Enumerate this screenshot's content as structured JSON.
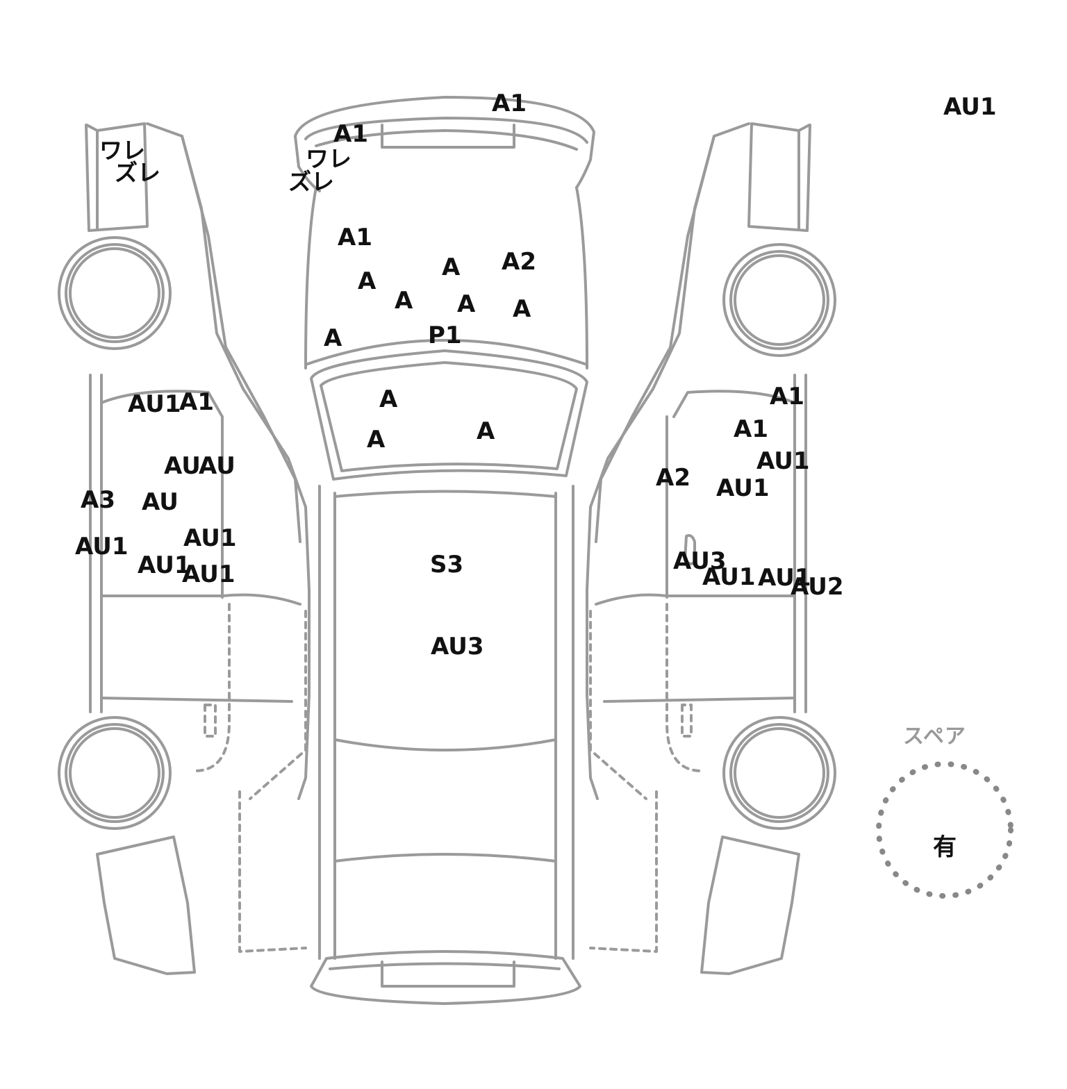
{
  "diagram": {
    "labels": [
      {
        "id": "front-top-a1",
        "text": "A1"
      },
      {
        "id": "corner-au1",
        "text": "AU1"
      },
      {
        "id": "front-a1",
        "text": "A1"
      },
      {
        "id": "front-ware",
        "text": "ワレ"
      },
      {
        "id": "front-zure",
        "text": "ズレ"
      },
      {
        "id": "left-ware",
        "text": "ワレ"
      },
      {
        "id": "left-zure",
        "text": "ズレ"
      },
      {
        "id": "hood-a1",
        "text": "A1"
      },
      {
        "id": "hood-a-1",
        "text": "A"
      },
      {
        "id": "hood-a-2",
        "text": "A"
      },
      {
        "id": "hood-a-3",
        "text": "A"
      },
      {
        "id": "hood-a2",
        "text": "A2"
      },
      {
        "id": "hood-a-4",
        "text": "A"
      },
      {
        "id": "hood-a-5",
        "text": "A"
      },
      {
        "id": "hood-a-6",
        "text": "A"
      },
      {
        "id": "hood-p1",
        "text": "P1"
      },
      {
        "id": "glass-a-1",
        "text": "A"
      },
      {
        "id": "glass-a-2",
        "text": "A"
      },
      {
        "id": "glass-a-3",
        "text": "A"
      },
      {
        "id": "roof-s3",
        "text": "S3"
      },
      {
        "id": "roof-au3",
        "text": "AU3"
      },
      {
        "id": "left-au1-top",
        "text": "AU1"
      },
      {
        "id": "left-a1-top",
        "text": "A1"
      },
      {
        "id": "left-au-1",
        "text": "AU"
      },
      {
        "id": "left-au-2",
        "text": "AU"
      },
      {
        "id": "left-a3",
        "text": "A3"
      },
      {
        "id": "left-au-3",
        "text": "AU"
      },
      {
        "id": "left-au1-1",
        "text": "AU1"
      },
      {
        "id": "left-au1-2",
        "text": "AU1"
      },
      {
        "id": "left-au1-3",
        "text": "AU1"
      },
      {
        "id": "left-au1-4",
        "text": "AU1"
      },
      {
        "id": "right-a1-1",
        "text": "A1"
      },
      {
        "id": "right-a1-2",
        "text": "A1"
      },
      {
        "id": "right-au1-1",
        "text": "AU1"
      },
      {
        "id": "right-a2",
        "text": "A2"
      },
      {
        "id": "right-au1-2",
        "text": "AU1"
      },
      {
        "id": "right-au3",
        "text": "AU3"
      },
      {
        "id": "right-au1-3",
        "text": "AU1"
      },
      {
        "id": "right-au1-4",
        "text": "AU1"
      },
      {
        "id": "right-au2",
        "text": "AU2"
      }
    ],
    "spare": {
      "title": "スペア",
      "value": "有"
    }
  },
  "colors": {
    "outline": "#9a9a9a",
    "outline_light": "#c8c8c8",
    "text": "#111111"
  }
}
